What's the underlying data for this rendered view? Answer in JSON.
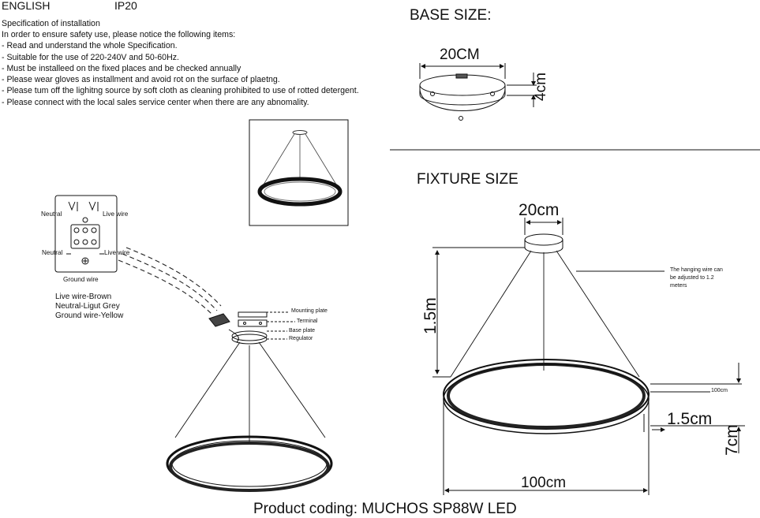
{
  "header": {
    "language": "ENGLISH",
    "ip_rating": "IP20"
  },
  "spec": {
    "title": "Specification of installation",
    "intro": "In order to ensure safety use, please notice the following items:",
    "items": [
      "- Read and understand the whole Specification.",
      "- Suitable for the use of 220-240V and 50-60Hz.",
      "- Must be installeed on the fixed places and be checked annually",
      "- Please wear gloves as installment and avoid rot on the surface of plaetng.",
      "- Please tum off the lighitng source by soft cloth as cleaning prohibited to use of rotted detergent.",
      "- Please connect with the local sales service center when there are any abnomality."
    ]
  },
  "wiring": {
    "neutral_top": "Neutral",
    "live_top": "Live wire",
    "neutral_bottom": "Neutral",
    "live_bottom": "Live wire",
    "ground": "Ground wire",
    "legend": [
      "Live wire-Brown",
      "Neutral-Ligut Grey",
      "Ground wire-Yellow"
    ]
  },
  "install": {
    "mounting_plate": "Mounting plate",
    "terminal": "Terminal",
    "base_plate": "Base plate",
    "regulator": "Regulator"
  },
  "base_size": {
    "title": "BASE SIZE:",
    "diameter": "20CM",
    "height": "4cm"
  },
  "fixture_size": {
    "title": "FIXTURE SIZE",
    "canopy_diameter": "20cm",
    "hanging_height": "1.5m",
    "hanging_note": "The hanging wire can be adjusted to 1.2 meters",
    "note_line1": "The hanging wire can",
    "note_line2": "be adjusted to 1.2",
    "note_line3": "meters",
    "ring_diameter_small": "100cm",
    "ring_depth": "1.5cm",
    "ring_height": "7cm",
    "ring_diameter": "100cm"
  },
  "product_coding": "Product coding: MUCHOS SP88W LED"
}
